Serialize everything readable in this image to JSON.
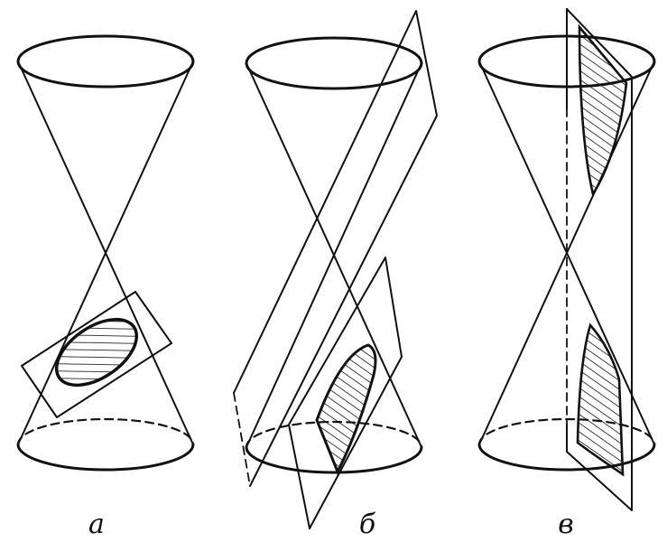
{
  "figure": {
    "panels": [
      {
        "id": "a",
        "label": "а",
        "section": "ellipse"
      },
      {
        "id": "b",
        "label": "б",
        "section": "parabola"
      },
      {
        "id": "v",
        "label": "в",
        "section": "hyperbola"
      }
    ],
    "colors": {
      "ink": "#111111",
      "background": "#ffffff"
    }
  }
}
